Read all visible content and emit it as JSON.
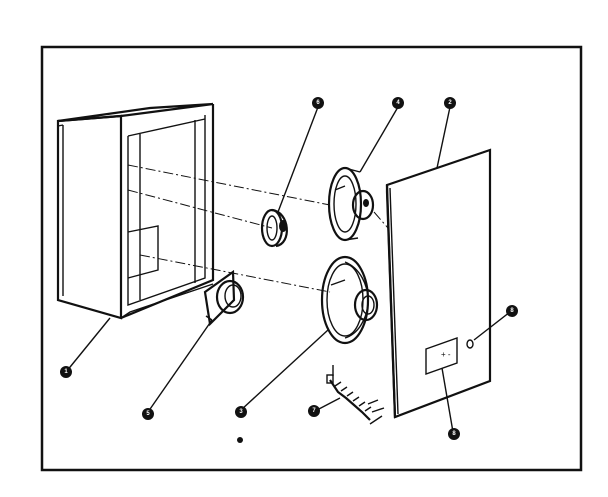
{
  "diagram": {
    "callouts": [
      {
        "id": "1",
        "label": "1"
      },
      {
        "id": "2",
        "label": "2"
      },
      {
        "id": "3",
        "label": "3"
      },
      {
        "id": "4",
        "label": "4"
      },
      {
        "id": "5",
        "label": "5"
      },
      {
        "id": "6",
        "label": "6"
      },
      {
        "id": "7",
        "label": "7"
      },
      {
        "id": "8a",
        "label": "8"
      },
      {
        "id": "8b",
        "label": "8"
      }
    ]
  }
}
